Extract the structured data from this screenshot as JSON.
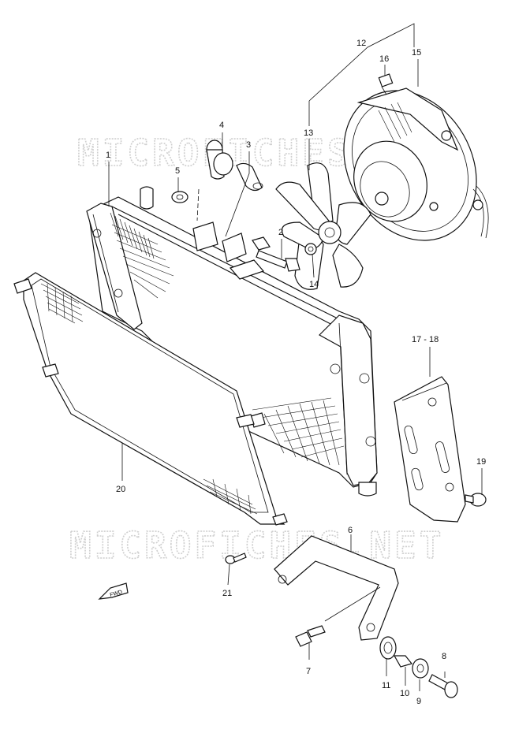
{
  "watermarks": [
    "MICROFICHES.NET",
    "MICROFICHES.NET"
  ],
  "fwd_label": "FWD",
  "callouts": [
    {
      "id": "c1",
      "text": "1"
    },
    {
      "id": "c2",
      "text": "2"
    },
    {
      "id": "c3",
      "text": "3"
    },
    {
      "id": "c4",
      "text": "4"
    },
    {
      "id": "c5",
      "text": "5"
    },
    {
      "id": "c6",
      "text": "6"
    },
    {
      "id": "c7",
      "text": "7"
    },
    {
      "id": "c8",
      "text": "8"
    },
    {
      "id": "c9",
      "text": "9"
    },
    {
      "id": "c10",
      "text": "10"
    },
    {
      "id": "c11",
      "text": "11"
    },
    {
      "id": "c12",
      "text": "12"
    },
    {
      "id": "c13",
      "text": "13"
    },
    {
      "id": "c14",
      "text": "14"
    },
    {
      "id": "c15",
      "text": "15"
    },
    {
      "id": "c16",
      "text": "16"
    },
    {
      "id": "c1718",
      "text": "17 - 18"
    },
    {
      "id": "c19",
      "text": "19"
    },
    {
      "id": "c20",
      "text": "20"
    },
    {
      "id": "c21",
      "text": "21"
    }
  ]
}
